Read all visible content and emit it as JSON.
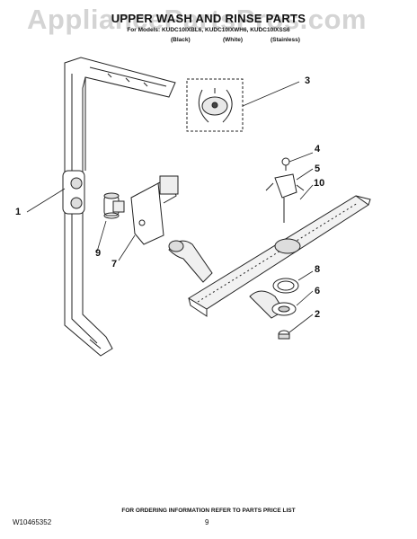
{
  "header": {
    "watermark": "AppliancePartsPros.com",
    "title": "UPPER WASH AND RINSE PARTS",
    "models": "For Models: KUDC10IXBL6, KUDC10IXWH6, KUDC10IXSS6",
    "variants": [
      "(Black)",
      "(White)",
      "(Stainless)"
    ]
  },
  "callouts": {
    "c1": "1",
    "c2": "2",
    "c3": "3",
    "c4": "4",
    "c5": "5",
    "c6": "6",
    "c7": "7",
    "c8": "8",
    "c9": "9",
    "c10": "10"
  },
  "footer": {
    "note": "FOR ORDERING INFORMATION REFER TO PARTS PRICE LIST",
    "doc_number": "W10465352",
    "page": "9"
  }
}
